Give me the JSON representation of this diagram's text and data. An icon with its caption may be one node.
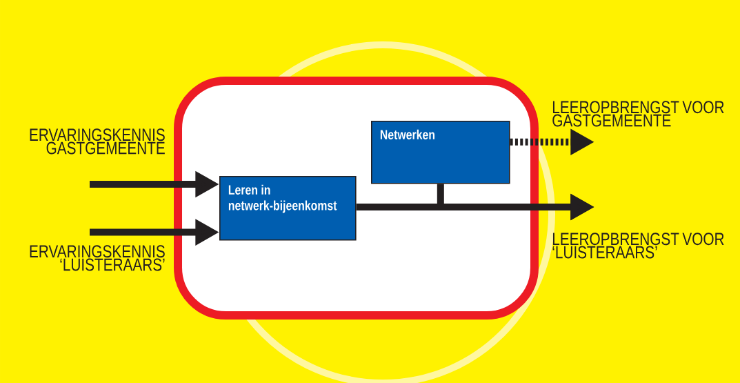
{
  "diagram": {
    "nodes": [
      {
        "text": [
          "ERVARINGSKENNIS GASTGEMEENTE"
        ]
      },
      {
        "text": [
          "ERVARINGSKENNIS ‘LUISTERAARS’"
        ]
      },
      {
        "text": [],
        "shape": "box"
      },
      {
        "text": [
          "Leren in netwerk-bijeenkomst"
        ],
        "in": 2
      },
      {
        "text": [
          "Netwerken"
        ],
        "in": 2
      },
      {
        "text": [
          "LEEROPBRENGST VOOR GASTGEMEENTE"
        ]
      },
      {
        "text": [
          "LEEROPBRENGST VOOR ‘LUISTERAARS’"
        ]
      }
    ],
    "edges": [
      {
        "from": 0,
        "to": 3,
        "arrow": "to"
      },
      {
        "from": 1,
        "to": 3,
        "arrow": "to"
      },
      {
        "from": 4,
        "to": 5,
        "arrow": "to",
        "style": "dashed"
      },
      {
        "from": 3,
        "to": 6,
        "arrow": "to"
      },
      {
        "from": 4,
        "to": 6,
        "arrow": "to"
      }
    ]
  }
}
